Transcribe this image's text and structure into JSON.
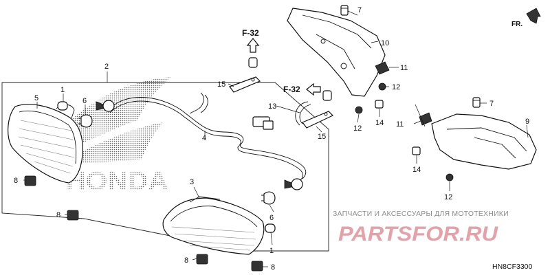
{
  "diagram": {
    "callouts": {
      "c1a": "1",
      "c1b": "1",
      "c2": "2",
      "c3": "3",
      "c4": "4",
      "c5": "5",
      "c6a": "6",
      "c6b": "6",
      "c7a": "7",
      "c7b": "7",
      "c8a": "8",
      "c8b": "8",
      "c8c": "8",
      "c8d": "8",
      "c9": "9",
      "c10": "10",
      "c11a": "11",
      "c11b": "11",
      "c12a": "12",
      "c12b": "12",
      "c12c": "12",
      "c13": "13",
      "c14a": "14",
      "c14b": "14",
      "c15a": "15",
      "c15b": "15"
    },
    "refs": {
      "ref_a": "F-32",
      "ref_b": "F-32"
    },
    "direction_label": "FR.",
    "brand_text": "HONDA",
    "diagram_code": "HN8CF3300"
  },
  "watermark": {
    "title": "ЗАПЧАСТИ И АКСЕССУАРЫ ДЛЯ МОТОТЕХНИКИ",
    "logo": "PARTSFOR.RU"
  }
}
